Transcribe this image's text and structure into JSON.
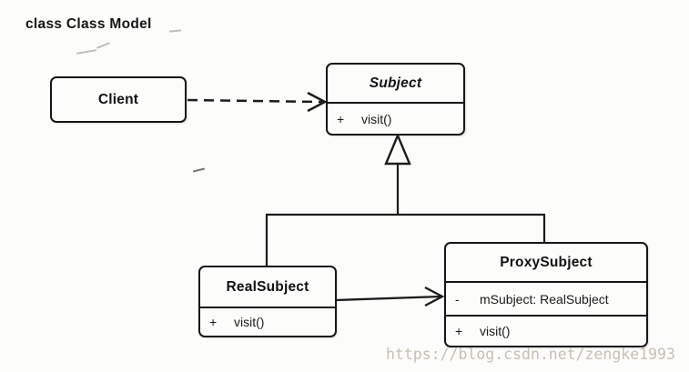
{
  "diagram": {
    "title": "class Class Model",
    "watermark": "https://blog.csdn.net/zengke1993"
  },
  "classes": {
    "client": {
      "name": "Client"
    },
    "subject": {
      "name": "Subject",
      "abstract": true,
      "methods": [
        {
          "visibility": "+",
          "signature": "visit()"
        }
      ]
    },
    "real_subject": {
      "name": "RealSubject",
      "methods": [
        {
          "visibility": "+",
          "signature": "visit()"
        }
      ]
    },
    "proxy_subject": {
      "name": "ProxySubject",
      "attributes": [
        {
          "visibility": "-",
          "signature": "mSubject: RealSubject"
        }
      ],
      "methods": [
        {
          "visibility": "+",
          "signature": "visit()"
        }
      ]
    }
  },
  "relations": [
    {
      "type": "dependency",
      "from": "Client",
      "to": "Subject",
      "style": "dashed-open-arrow"
    },
    {
      "type": "generalization",
      "from": "RealSubject",
      "to": "Subject",
      "style": "hollow-triangle"
    },
    {
      "type": "generalization",
      "from": "ProxySubject",
      "to": "Subject",
      "style": "hollow-triangle"
    },
    {
      "type": "association",
      "from": "RealSubject",
      "to": "ProxySubject",
      "style": "open-arrow"
    }
  ],
  "colors": {
    "stroke": "#1c1c1c",
    "background": "#fcfcfa",
    "watermark": "#c7c0b4"
  }
}
